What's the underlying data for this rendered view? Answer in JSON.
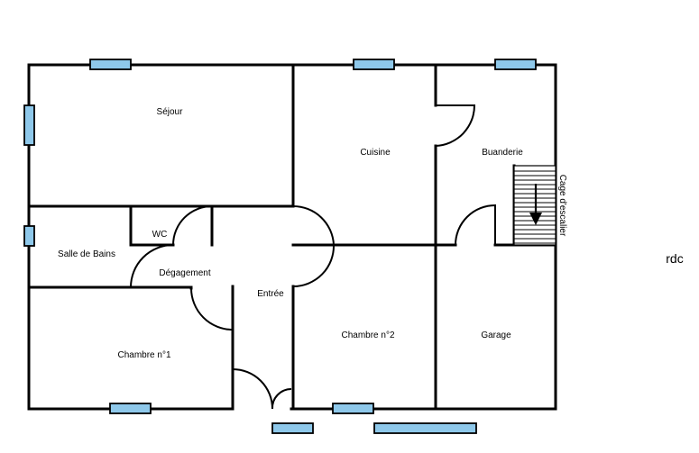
{
  "plan": {
    "level_label": "rdc",
    "colors": {
      "wall": "#000000",
      "window": "#8ec8ea",
      "background": "#ffffff"
    },
    "rooms": {
      "sejour": "Séjour",
      "cuisine": "Cuisine",
      "buanderie": "Buanderie",
      "cage_escalier": "Cage d'escalier",
      "wc": "WC",
      "salle_de_bains": "Salle de Bains",
      "degagement": "Dégagement",
      "entree": "Entrée",
      "chambre1": "Chambre n°1",
      "chambre2": "Chambre n°2",
      "garage": "Garage"
    },
    "stair_arrow_direction": "down"
  }
}
